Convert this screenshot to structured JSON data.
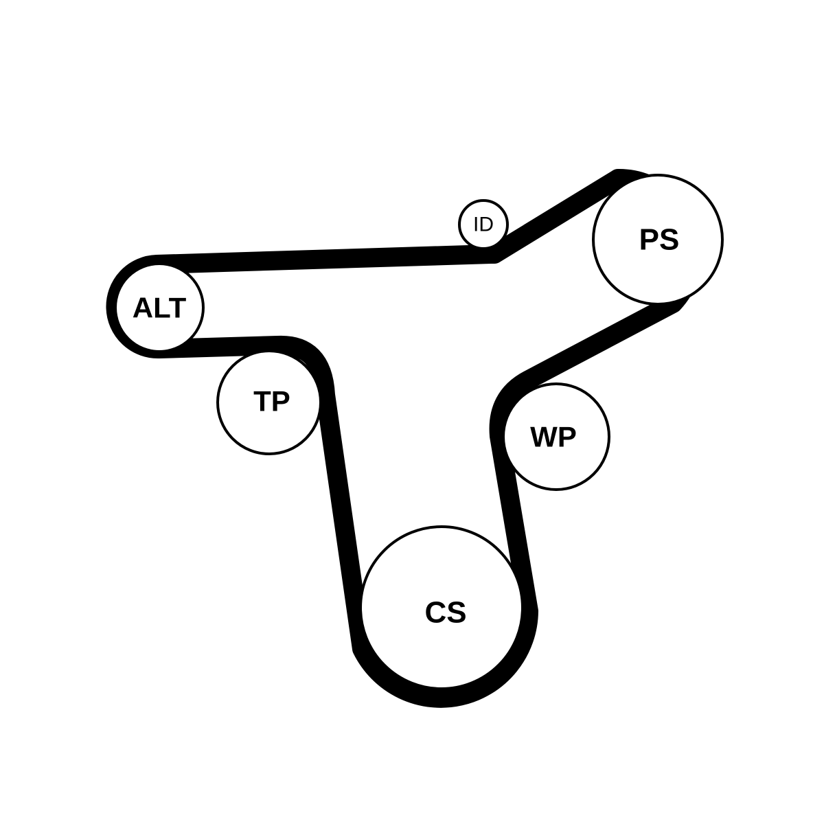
{
  "diagram": {
    "pulleys": {
      "id": {
        "label": "ID"
      },
      "ps": {
        "label": "PS"
      },
      "alt": {
        "label": "ALT"
      },
      "tp": {
        "label": "TP"
      },
      "wp": {
        "label": "WP"
      },
      "cs": {
        "label": "CS"
      }
    },
    "colors": {
      "belt": "#000000",
      "pulley_stroke": "#000000",
      "background": "#ffffff"
    }
  }
}
